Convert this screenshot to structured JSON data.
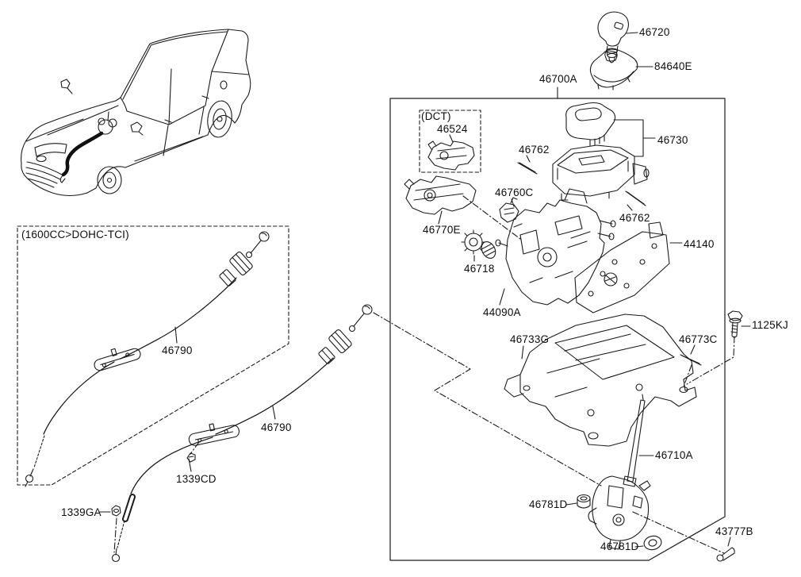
{
  "diagram": {
    "kind": "exploded-parts-diagram",
    "background": "#ffffff",
    "line_color": "#1c1c1c"
  },
  "callouts": [
    {
      "text": "46720"
    },
    {
      "text": "84640E"
    },
    {
      "text": "46700A"
    },
    {
      "text": "46730"
    },
    {
      "text": "46762"
    },
    {
      "text": "(DCT)"
    },
    {
      "text": "46524"
    },
    {
      "text": "46760C"
    },
    {
      "text": "46770E"
    },
    {
      "text": "46718"
    },
    {
      "text": "46762"
    },
    {
      "text": "44140"
    },
    {
      "text": "44090A"
    },
    {
      "text": "46733G"
    },
    {
      "text": "1125KJ"
    },
    {
      "text": "46773C"
    },
    {
      "text": "46710A"
    },
    {
      "text": "46781D"
    },
    {
      "text": "46781D"
    },
    {
      "text": "43777B"
    },
    {
      "text": "(1600CC>DOHC-TCI)"
    },
    {
      "text": "46790"
    },
    {
      "text": "46790"
    },
    {
      "text": "1339CD"
    },
    {
      "text": "1339GA"
    }
  ]
}
